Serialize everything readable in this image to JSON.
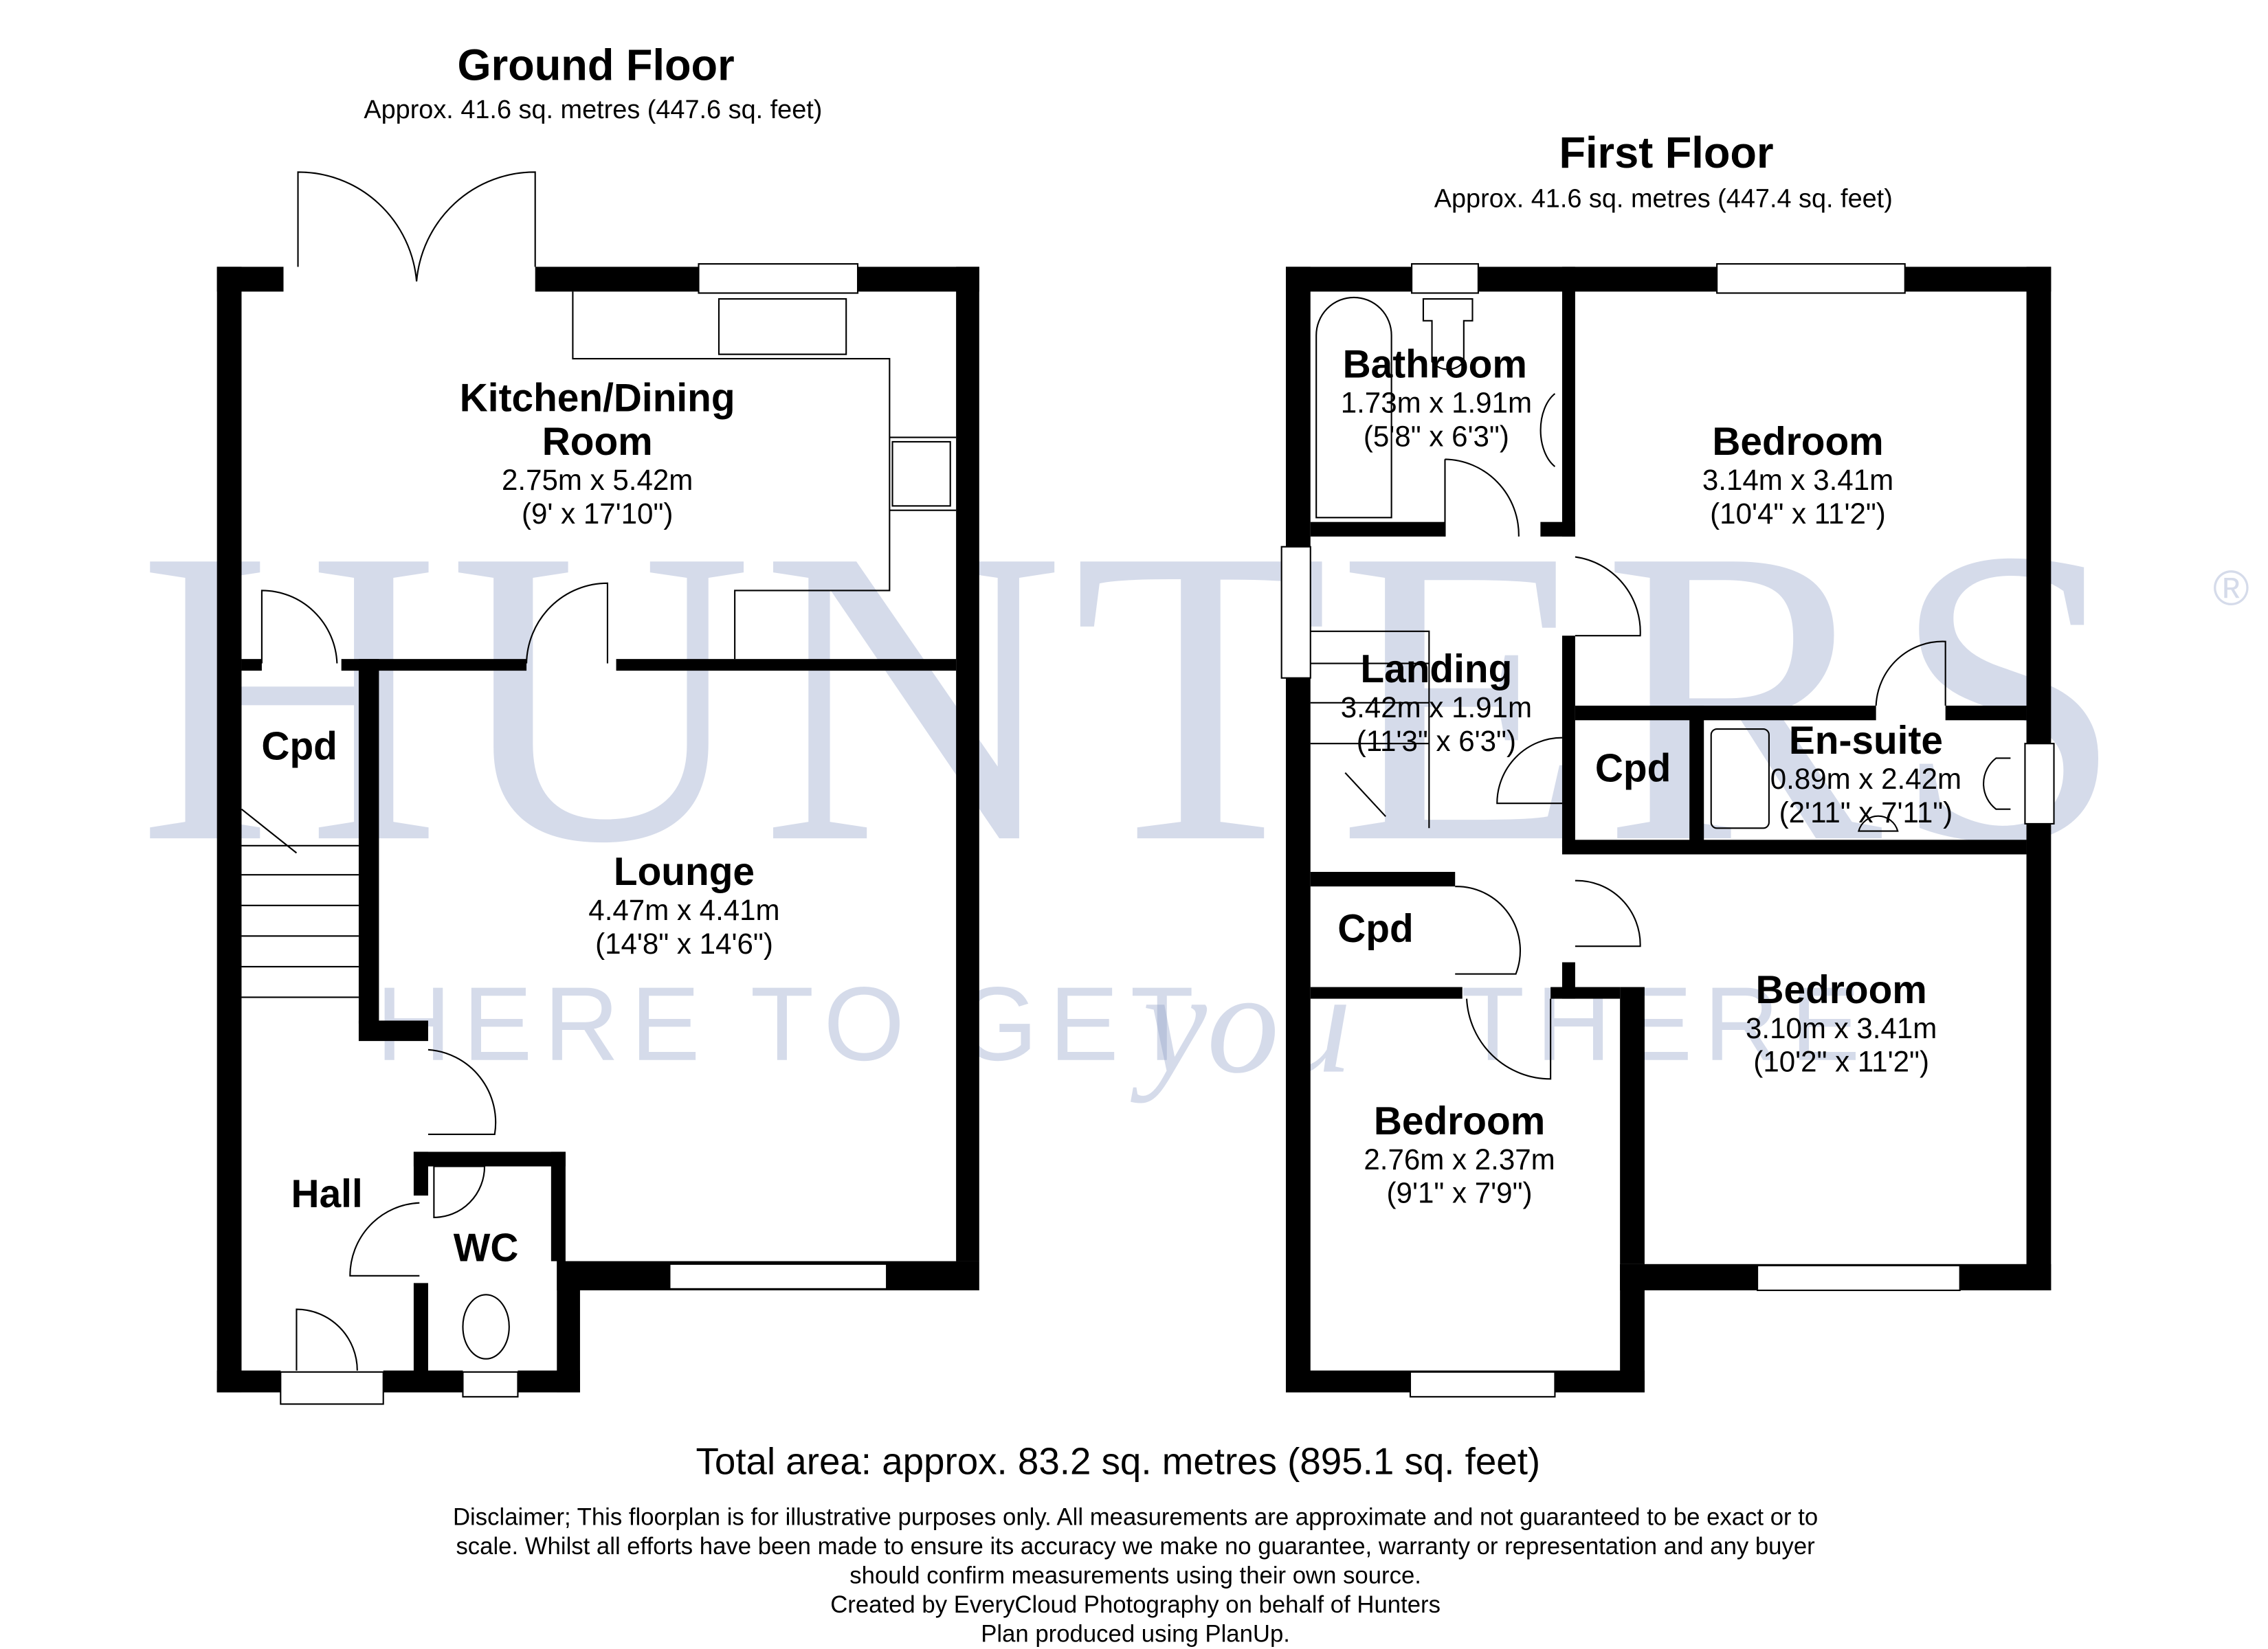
{
  "ground_floor": {
    "title": "Ground Floor",
    "area": "Approx. 41.6 sq. metres (447.6 sq. feet)",
    "rooms": [
      {
        "name": "Kitchen/Dining",
        "name2": "Room",
        "metric": "2.75m x 5.42m",
        "imperial": "(9' x 17'10\")"
      },
      {
        "name": "Lounge",
        "metric": "4.47m x 4.41m",
        "imperial": "(14'8\" x 14'6\")"
      },
      {
        "name": "Cpd"
      },
      {
        "name": "Hall"
      },
      {
        "name": "WC"
      }
    ]
  },
  "first_floor": {
    "title": "First Floor",
    "area": "Approx. 41.6 sq. metres (447.4 sq. feet)",
    "rooms": [
      {
        "name": "Bathroom",
        "metric": "1.73m x 1.91m",
        "imperial": "(5'8\" x 6'3\")"
      },
      {
        "name": "Bedroom",
        "metric": "3.14m x 3.41m",
        "imperial": "(10'4\" x 11'2\")"
      },
      {
        "name": "Landing",
        "metric": "3.42m x 1.91m",
        "imperial": "(11'3\" x 6'3\")"
      },
      {
        "name": "Cpd"
      },
      {
        "name": "En-suite",
        "metric": "0.89m x 2.42m",
        "imperial": "(2'11\" x 7'11\")"
      },
      {
        "name": "Cpd"
      },
      {
        "name": "Bedroom",
        "metric": "3.10m x 3.41m",
        "imperial": "(10'2\" x 11'2\")"
      },
      {
        "name": "Bedroom",
        "metric": "2.76m x 2.37m",
        "imperial": "(9'1\" x 7'9\")"
      }
    ]
  },
  "watermark": {
    "brand": "HUNTERS",
    "registered": "®",
    "tagline_a": "HERE TO GET",
    "tagline_b": "you",
    "tagline_c": "THERE"
  },
  "footer": {
    "total": "Total area: approx. 83.2 sq. metres (895.1 sq. feet)",
    "disclaimer": [
      "Disclaimer; This floorplan is for illustrative purposes only. All measurements are approximate and not guaranteed to be exact or to",
      "scale. Whilst all efforts have been made to ensure its accuracy we make no guarantee, warranty or representation and any buyer",
      "should confirm measurements using their own source.",
      "Created by EveryCloud Photography on behalf of Hunters",
      "Plan produced using PlanUp."
    ]
  }
}
